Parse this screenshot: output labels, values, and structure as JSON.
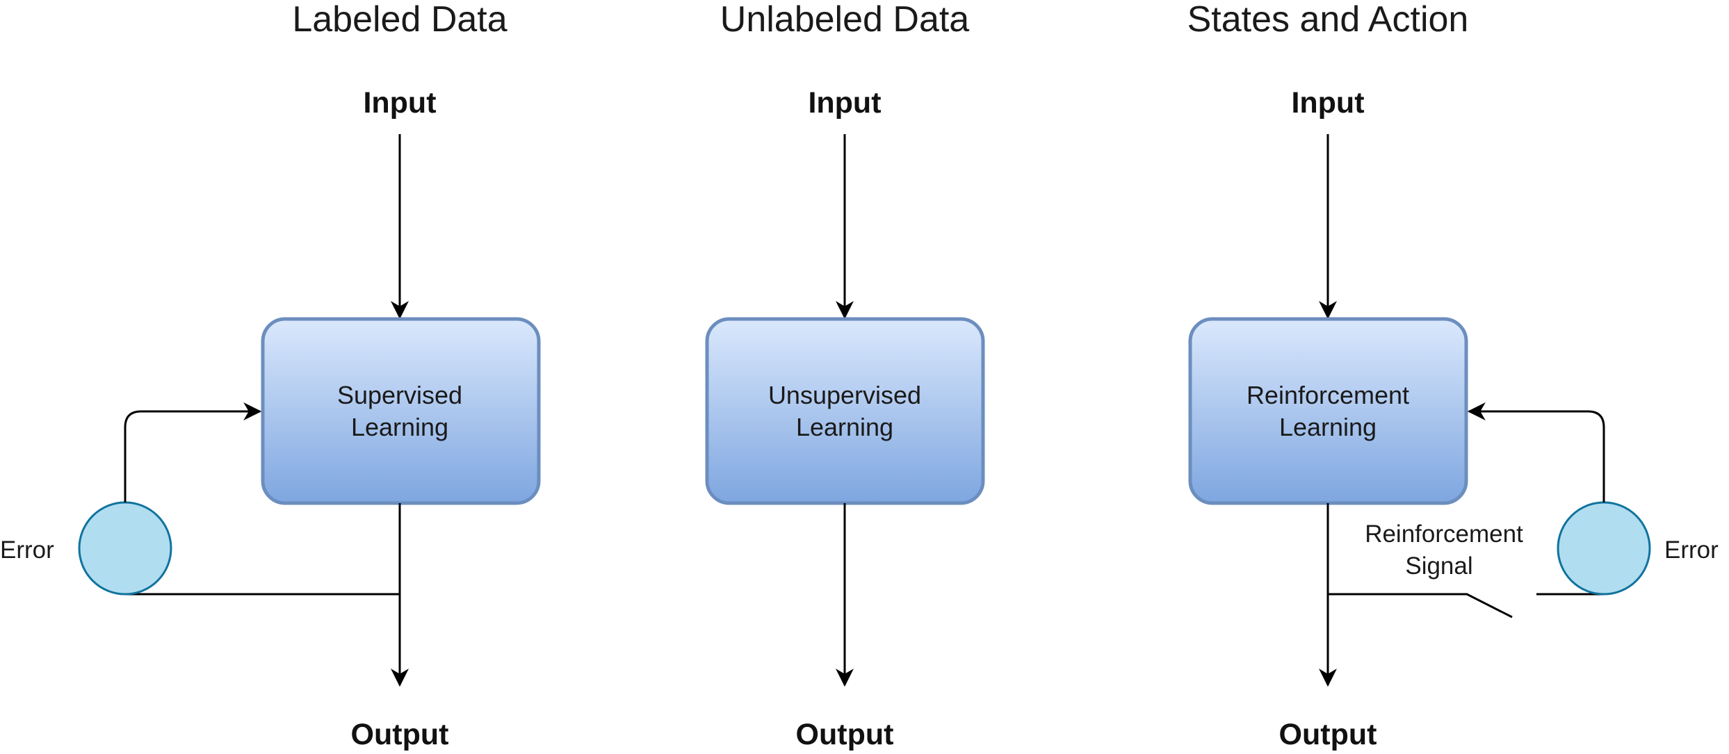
{
  "colors": {
    "box_fill_top": "#dae8fc",
    "box_fill_bottom": "#7ea6e0",
    "box_stroke": "#6c8ebf",
    "circle_fill": "#b1ddf0",
    "circle_stroke": "#10739e",
    "line": "#000000"
  },
  "columns": {
    "supervised": {
      "heading": "Labeled Data",
      "input": "Input",
      "box_line1": "Supervised",
      "box_line2": "Learning",
      "output": "Output",
      "feedback_label": "Error"
    },
    "unsupervised": {
      "heading": "Unlabeled Data",
      "input": "Input",
      "box_line1": "Unsupervised",
      "box_line2": "Learning",
      "output": "Output"
    },
    "reinforcement": {
      "heading": "States and Action",
      "input": "Input",
      "box_line1": "Reinforcement",
      "box_line2": "Learning",
      "output": "Output",
      "feedback_label": "Error",
      "switch_label_line1": "Reinforcement",
      "switch_label_line2": "Signal"
    }
  }
}
